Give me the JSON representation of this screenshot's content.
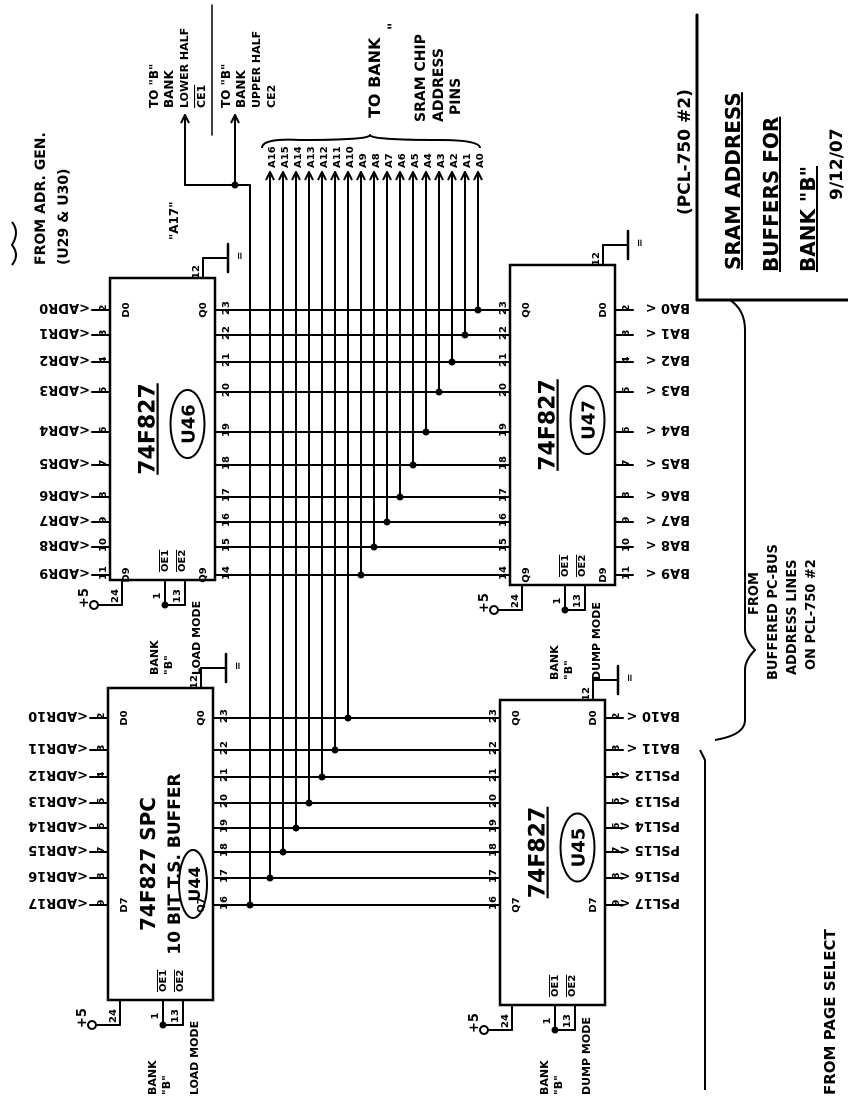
{
  "title_block": {
    "project": "(PCL-750 #2)",
    "line1": "SRAM ADDRESS",
    "line2": "BUFFERS FOR",
    "line3": "BANK \"B\"",
    "date": "9/12/07"
  },
  "notes": {
    "from_adr_gen_1": "FROM ADR. GEN.",
    "from_adr_gen_2": "(U29 & U30)",
    "a17_label": "\"A17\"",
    "to_bank_lower_1": "TO \"B\"",
    "to_bank_lower_2": "BANK",
    "to_bank_lower_3": "LOWER HALF",
    "ce1": "CE1",
    "to_bank_upper_1": "TO \"B\"",
    "to_bank_upper_2": "BANK",
    "to_bank_upper_3": "UPPER HALF",
    "ce2": "CE2",
    "to_bank_1": "TO BANK",
    "to_bank_2": "\"",
    "sram_1": "SRAM CHIP",
    "sram_2": "ADDRESS",
    "sram_3": "PINS",
    "from_buffered_1": "FROM",
    "from_buffered_2": "BUFFERED PC-BUS",
    "from_buffered_3": "ADDRESS LINES",
    "from_buffered_4": "ON PCL-750 #2",
    "from_page_select": "FROM PAGE SELECT",
    "ground_mark": "="
  },
  "address_lines": [
    "A0",
    "A1",
    "A2",
    "A3",
    "A4",
    "A5",
    "A6",
    "A7",
    "A8",
    "A9",
    "A10",
    "A11",
    "A12",
    "A13",
    "A14",
    "A15",
    "A16",
    "A17"
  ],
  "chips": [
    {
      "ref": "U46",
      "part": "74F827",
      "extra": "",
      "in_pins": [
        "2",
        "3",
        "4",
        "5",
        "6",
        "7",
        "8",
        "9",
        "10",
        "11"
      ],
      "in_signals": [
        "<ADR0",
        "<ADR1",
        "<ADR2",
        "<ADR3",
        "<ADR4",
        "<ADR5",
        "<ADR6",
        "<ADR7",
        "<ADR8",
        "<ADR9"
      ],
      "out_pins": [
        "23",
        "22",
        "21",
        "20",
        "19",
        "18",
        "17",
        "16",
        "15",
        "14"
      ],
      "d_first": "D0",
      "d_last": "D9",
      "q_first": "Q0",
      "q_last": "Q9",
      "oe1": "OE1",
      "oe2": "OE2",
      "oe1_pin": "1",
      "oe2_pin": "13",
      "vcc_pin": "24",
      "gnd_pin": "12",
      "vcc": "+5",
      "control_1": "BANK",
      "control_2": "\"B\"",
      "control_3": "LOAD MODE"
    },
    {
      "ref": "U47",
      "part": "74F827",
      "extra": "",
      "in_pins": [
        "2",
        "3",
        "4",
        "5",
        "6",
        "7",
        "8",
        "9",
        "10",
        "11"
      ],
      "in_signals": [
        "BA0 <",
        "BA1 <",
        "BA2 <",
        "BA3 <",
        "BA4 <",
        "BA5 <",
        "BA6 <",
        "BA7 <",
        "BA8 <",
        "BA9 <"
      ],
      "out_pins": [
        "23",
        "22",
        "21",
        "20",
        "19",
        "18",
        "17",
        "16",
        "15",
        "14"
      ],
      "d_first": "D0",
      "d_last": "D9",
      "q_first": "Q0",
      "q_last": "Q9",
      "oe1": "OE1",
      "oe2": "OE2",
      "oe1_pin": "1",
      "oe2_pin": "13",
      "vcc_pin": "24",
      "gnd_pin": "12",
      "vcc": "+5",
      "control_1": "BANK",
      "control_2": "\"B\"",
      "control_3": "DUMP MODE"
    },
    {
      "ref": "U44",
      "part": "74F827 SPC",
      "extra": "10 BIT T.S. BUFFER",
      "in_pins": [
        "2",
        "3",
        "4",
        "5",
        "6",
        "7",
        "8",
        "9"
      ],
      "in_signals": [
        "<ADR10",
        "<ADR11",
        "<ADR12",
        "<ADR13",
        "<ADR14",
        "<ADR15",
        "<ADR16",
        "<ADR17"
      ],
      "out_pins": [
        "23",
        "22",
        "21",
        "20",
        "19",
        "18",
        "17",
        "16"
      ],
      "d_first": "D0",
      "d_last": "D7",
      "q_first": "Q0",
      "q_last": "Q7",
      "oe1": "OE1",
      "oe2": "OE2",
      "oe1_pin": "1",
      "oe2_pin": "13",
      "vcc_pin": "24",
      "gnd_pin": "12",
      "vcc": "+5",
      "control_1": "BANK",
      "control_2": "\"B\"",
      "control_3": "LOAD MODE"
    },
    {
      "ref": "U45",
      "part": "74F827",
      "extra": "",
      "in_pins": [
        "2",
        "3",
        "4",
        "5",
        "6",
        "7",
        "8",
        "9"
      ],
      "in_signals": [
        "BA10 <",
        "BA11 <",
        "PSL12 <",
        "PSL13 <",
        "PSL14 <",
        "PSL15 <",
        "PSL16 <",
        "PSL17 <"
      ],
      "out_pins": [
        "23",
        "22",
        "21",
        "20",
        "19",
        "18",
        "17",
        "16"
      ],
      "d_first": "D0",
      "d_last": "D7",
      "q_first": "Q0",
      "q_last": "Q7",
      "oe1": "OE1",
      "oe2": "OE2",
      "oe1_pin": "1",
      "oe2_pin": "13",
      "vcc_pin": "24",
      "gnd_pin": "12",
      "vcc": "+5",
      "control_1": "BANK",
      "control_2": "\"B\"",
      "control_3": "DUMP MODE"
    }
  ]
}
